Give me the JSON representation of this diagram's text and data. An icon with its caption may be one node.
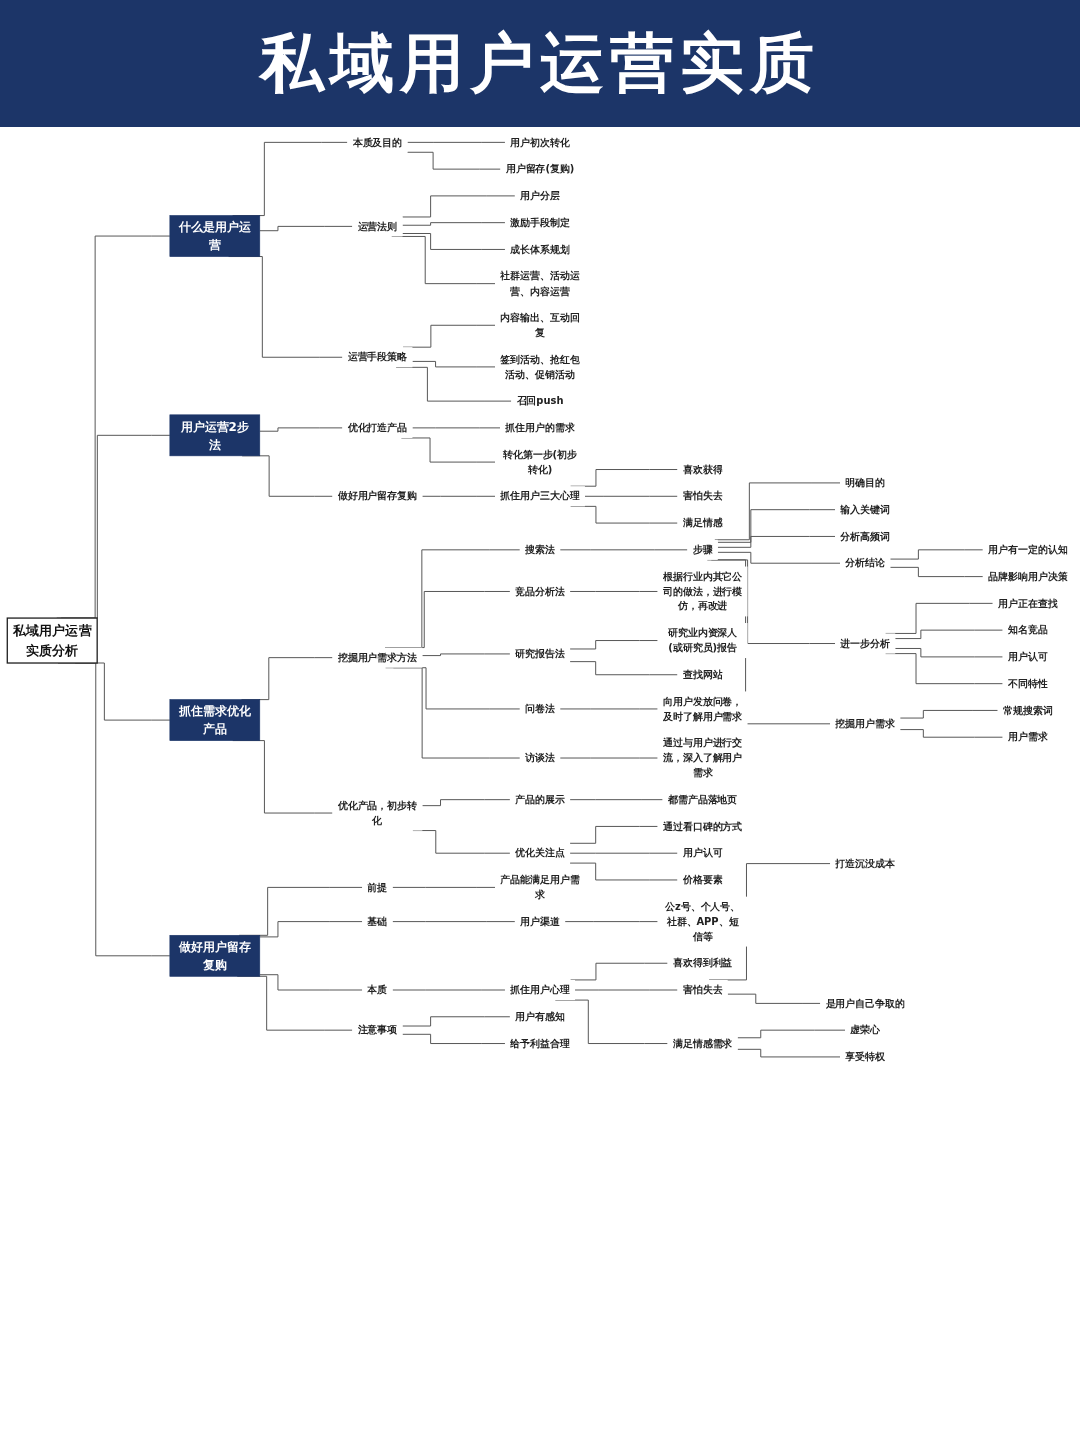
{
  "diagram": {
    "title": "私域用户运营实质",
    "nodes": [
      {
        "text": [
          "私域用户运营实质分析"
        ]
      },
      {
        "text": [
          "什么是用户运营"
        ]
      },
      {
        "text": [
          "本质及目的"
        ]
      },
      {
        "text": [
          "用户初次转化"
        ]
      },
      {
        "text": [
          "用户留存(复购)"
        ]
      },
      {
        "text": [
          "运营法则"
        ]
      },
      {
        "text": [
          "用户分层"
        ]
      },
      {
        "text": [
          "激励手段制定"
        ]
      },
      {
        "text": [
          "成长体系规划"
        ]
      },
      {
        "text": [
          "社群运营、活动运营、内容运营"
        ]
      },
      {
        "text": [
          "运营手段策略"
        ]
      },
      {
        "text": [
          "内容输出、互动回复"
        ]
      },
      {
        "text": [
          "签到活动、抢红包活动、促销活动"
        ]
      },
      {
        "text": [
          "召回push"
        ]
      },
      {
        "text": [
          "用户运营2步法"
        ]
      },
      {
        "text": [
          "优化打造产品"
        ]
      },
      {
        "text": [
          "抓住用户的需求"
        ]
      },
      {
        "text": [
          "转化第一步(初步转化)"
        ]
      },
      {
        "text": [
          "做好用户留存复购"
        ]
      },
      {
        "text": [
          "抓住用户三大心理"
        ]
      },
      {
        "text": [
          "喜欢获得"
        ]
      },
      {
        "text": [
          "害怕失去"
        ]
      },
      {
        "text": [
          "满足情感"
        ]
      },
      {
        "text": [
          "抓住需求优化产品"
        ]
      },
      {
        "text": [
          "挖掘用户需求方法"
        ]
      },
      {
        "text": [
          "搜索法"
        ]
      },
      {
        "text": [
          "步骤"
        ]
      },
      {
        "text": [
          "明确目的"
        ]
      },
      {
        "text": [
          "输入关键词"
        ]
      },
      {
        "text": [
          "分析高频词"
        ]
      },
      {
        "text": [
          "分析结论"
        ]
      },
      {
        "text": [
          "用户有一定的认知"
        ]
      },
      {
        "text": [
          "品牌影响用户决策"
        ]
      },
      {
        "text": [
          "进一步分析"
        ]
      },
      {
        "text": [
          "用户正在查找"
        ]
      },
      {
        "text": [
          "知名竞品"
        ]
      },
      {
        "text": [
          "用户认可"
        ]
      },
      {
        "text": [
          "不同特性"
        ]
      },
      {
        "text": [
          "挖掘用户需求"
        ]
      },
      {
        "text": [
          "常规搜索词"
        ]
      },
      {
        "text": [
          "用户需求"
        ]
      },
      {
        "text": [
          "竞品分析法"
        ]
      },
      {
        "text": [
          "根据行业内其它公司的做法，进行模仿，再改进"
        ]
      },
      {
        "text": [
          "研究报告法"
        ]
      },
      {
        "text": [
          "研究业内资深人(或研究员)报告"
        ]
      },
      {
        "text": [
          "查找网站"
        ]
      },
      {
        "text": [
          "问卷法"
        ]
      },
      {
        "text": [
          "向用户发放问卷，及时了解用户需求"
        ]
      },
      {
        "text": [
          "访谈法"
        ]
      },
      {
        "text": [
          "通过与用户进行交流，深入了解用户需求"
        ]
      },
      {
        "text": [
          "优化产品，初步转化"
        ]
      },
      {
        "text": [
          "产品的展示"
        ]
      },
      {
        "text": [
          "都需产品落地页"
        ]
      },
      {
        "text": [
          "优化关注点"
        ]
      },
      {
        "text": [
          "通过看口碑的方式"
        ]
      },
      {
        "text": [
          "用户认可"
        ]
      },
      {
        "text": [
          "价格要素"
        ]
      },
      {
        "text": [
          "做好用户留存复购"
        ]
      },
      {
        "text": [
          "前提"
        ]
      },
      {
        "text": [
          "产品能满足用户需求"
        ]
      },
      {
        "text": [
          "基础"
        ]
      },
      {
        "text": [
          "用户渠道"
        ]
      },
      {
        "text": [
          "公z号、个人号、社群、APP、短信等"
        ]
      },
      {
        "text": [
          "本质"
        ]
      },
      {
        "text": [
          "抓住用户心理"
        ]
      },
      {
        "text": [
          "喜欢得到利益"
        ]
      },
      {
        "text": [
          "害怕失去"
        ]
      },
      {
        "text": [
          "打造沉没成本"
        ]
      },
      {
        "text": [
          "是用户自己争取的"
        ]
      },
      {
        "text": [
          "满足情感需求"
        ]
      },
      {
        "text": [
          "虚荣心"
        ]
      },
      {
        "text": [
          "享受特权"
        ]
      },
      {
        "text": [
          "注意事项"
        ]
      },
      {
        "text": [
          "用户有感知"
        ]
      },
      {
        "text": [
          "给予利益合理"
        ]
      }
    ],
    "edges": [
      {
        "from": 0,
        "to": 1,
        "arrow": "none"
      },
      {
        "from": 1,
        "to": 2,
        "arrow": "none"
      },
      {
        "from": 2,
        "to": 3,
        "arrow": "none"
      },
      {
        "from": 2,
        "to": 4,
        "arrow": "none"
      },
      {
        "from": 1,
        "to": 5,
        "arrow": "none"
      },
      {
        "from": 5,
        "to": 6,
        "arrow": "none"
      },
      {
        "from": 5,
        "to": 7,
        "arrow": "none"
      },
      {
        "from": 5,
        "to": 8,
        "arrow": "none"
      },
      {
        "from": 5,
        "to": 9,
        "arrow": "none"
      },
      {
        "from": 1,
        "to": 10,
        "arrow": "none"
      },
      {
        "from": 10,
        "to": 11,
        "arrow": "none"
      },
      {
        "from": 10,
        "to": 12,
        "arrow": "none"
      },
      {
        "from": 10,
        "to": 13,
        "arrow": "none"
      },
      {
        "from": 0,
        "to": 14,
        "arrow": "none"
      },
      {
        "from": 14,
        "to": 15,
        "arrow": "none"
      },
      {
        "from": 15,
        "to": 16,
        "arrow": "none"
      },
      {
        "from": 15,
        "to": 17,
        "arrow": "none"
      },
      {
        "from": 14,
        "to": 18,
        "arrow": "none"
      },
      {
        "from": 18,
        "to": 19,
        "arrow": "none"
      },
      {
        "from": 19,
        "to": 20,
        "arrow": "none"
      },
      {
        "from": 19,
        "to": 21,
        "arrow": "none"
      },
      {
        "from": 19,
        "to": 22,
        "arrow": "none"
      },
      {
        "from": 0,
        "to": 23,
        "arrow": "none"
      },
      {
        "from": 23,
        "to": 24,
        "arrow": "none"
      },
      {
        "from": 24,
        "to": 25,
        "arrow": "none"
      },
      {
        "from": 25,
        "to": 26,
        "arrow": "none"
      },
      {
        "from": 26,
        "to": 27,
        "arrow": "none"
      },
      {
        "from": 26,
        "to": 28,
        "arrow": "none"
      },
      {
        "from": 26,
        "to": 29,
        "arrow": "none"
      },
      {
        "from": 26,
        "to": 30,
        "arrow": "none"
      },
      {
        "from": 30,
        "to": 31,
        "arrow": "none"
      },
      {
        "from": 30,
        "to": 32,
        "arrow": "none"
      },
      {
        "from": 26,
        "to": 33,
        "arrow": "none"
      },
      {
        "from": 33,
        "to": 34,
        "arrow": "none"
      },
      {
        "from": 33,
        "to": 35,
        "arrow": "none"
      },
      {
        "from": 33,
        "to": 36,
        "arrow": "none"
      },
      {
        "from": 33,
        "to": 37,
        "arrow": "none"
      },
      {
        "from": 26,
        "to": 38,
        "arrow": "none"
      },
      {
        "from": 38,
        "to": 39,
        "arrow": "none"
      },
      {
        "from": 38,
        "to": 40,
        "arrow": "none"
      },
      {
        "from": 24,
        "to": 41,
        "arrow": "none"
      },
      {
        "from": 41,
        "to": 42,
        "arrow": "none"
      },
      {
        "from": 24,
        "to": 43,
        "arrow": "none"
      },
      {
        "from": 43,
        "to": 44,
        "arrow": "none"
      },
      {
        "from": 43,
        "to": 45,
        "arrow": "none"
      },
      {
        "from": 24,
        "to": 46,
        "arrow": "none"
      },
      {
        "from": 46,
        "to": 47,
        "arrow": "none"
      },
      {
        "from": 24,
        "to": 48,
        "arrow": "none"
      },
      {
        "from": 48,
        "to": 49,
        "arrow": "none"
      },
      {
        "from": 23,
        "to": 50,
        "arrow": "none"
      },
      {
        "from": 50,
        "to": 51,
        "arrow": "none"
      },
      {
        "from": 51,
        "to": 52,
        "arrow": "none"
      },
      {
        "from": 50,
        "to": 53,
        "arrow": "none"
      },
      {
        "from": 53,
        "to": 54,
        "arrow": "none"
      },
      {
        "from": 53,
        "to": 55,
        "arrow": "none"
      },
      {
        "from": 53,
        "to": 56,
        "arrow": "none"
      },
      {
        "from": 0,
        "to": 57,
        "arrow": "none"
      },
      {
        "from": 57,
        "to": 58,
        "arrow": "none"
      },
      {
        "from": 58,
        "to": 59,
        "arrow": "none"
      },
      {
        "from": 57,
        "to": 60,
        "arrow": "none"
      },
      {
        "from": 60,
        "to": 61,
        "arrow": "none"
      },
      {
        "from": 61,
        "to": 62,
        "arrow": "none"
      },
      {
        "from": 57,
        "to": 63,
        "arrow": "none"
      },
      {
        "from": 63,
        "to": 64,
        "arrow": "none"
      },
      {
        "from": 64,
        "to": 65,
        "arrow": "none"
      },
      {
        "from": 64,
        "to": 66,
        "arrow": "none"
      },
      {
        "from": 66,
        "to": 67,
        "arrow": "none"
      },
      {
        "from": 66,
        "to": 68,
        "arrow": "none"
      },
      {
        "from": 64,
        "to": 69,
        "arrow": "none"
      },
      {
        "from": 69,
        "to": 70,
        "arrow": "none"
      },
      {
        "from": 69,
        "to": 71,
        "arrow": "none"
      },
      {
        "from": 57,
        "to": 72,
        "arrow": "none"
      },
      {
        "from": 72,
        "to": 73,
        "arrow": "none"
      },
      {
        "from": 72,
        "to": 74,
        "arrow": "none"
      }
    ]
  }
}
